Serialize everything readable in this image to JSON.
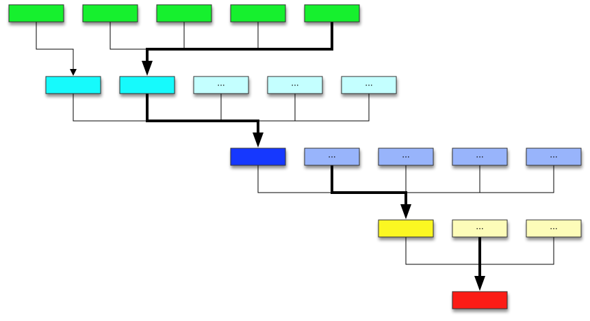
{
  "colors": {
    "green": "#14f02e",
    "cyan": "#12fafc",
    "cyan_light": "#c4ffff",
    "blue": "#1237fe",
    "blue_light": "#98b4fb",
    "yellow": "#fbf721",
    "yellow_light": "#fdfcb9",
    "red": "#fb1a16",
    "line": "#000000"
  },
  "diagram": {
    "rows": [
      {
        "id": "row-1",
        "boxes": [
          {
            "id": "r1b1",
            "color": "green",
            "label": ""
          },
          {
            "id": "r1b2",
            "color": "green",
            "label": ""
          },
          {
            "id": "r1b3",
            "color": "green",
            "label": ""
          },
          {
            "id": "r1b4",
            "color": "green",
            "label": ""
          },
          {
            "id": "r1b5",
            "color": "green",
            "label": ""
          }
        ]
      },
      {
        "id": "row-2",
        "boxes": [
          {
            "id": "r2b1",
            "color": "cyan",
            "label": ""
          },
          {
            "id": "r2b2",
            "color": "cyan",
            "label": ""
          },
          {
            "id": "r2b3",
            "color": "cyan_light",
            "label": "..."
          },
          {
            "id": "r2b4",
            "color": "cyan_light",
            "label": "..."
          },
          {
            "id": "r2b5",
            "color": "cyan_light",
            "label": "..."
          }
        ]
      },
      {
        "id": "row-3",
        "boxes": [
          {
            "id": "r3b1",
            "color": "blue",
            "label": ""
          },
          {
            "id": "r3b2",
            "color": "blue_light",
            "label": "..."
          },
          {
            "id": "r3b3",
            "color": "blue_light",
            "label": "..."
          },
          {
            "id": "r3b4",
            "color": "blue_light",
            "label": "..."
          },
          {
            "id": "r3b5",
            "color": "blue_light",
            "label": "..."
          }
        ]
      },
      {
        "id": "row-4",
        "boxes": [
          {
            "id": "r4b1",
            "color": "yellow",
            "label": ""
          },
          {
            "id": "r4b2",
            "color": "yellow_light",
            "label": "..."
          },
          {
            "id": "r4b3",
            "color": "yellow_light",
            "label": "..."
          }
        ]
      },
      {
        "id": "row-5",
        "boxes": [
          {
            "id": "r5b1",
            "color": "red",
            "label": ""
          }
        ]
      }
    ],
    "connections": [
      {
        "from": "r1b1",
        "to": "r2b1",
        "highlighted": false
      },
      {
        "from": "r1b2",
        "to": "r2b2",
        "highlighted": false
      },
      {
        "from": "r1b3",
        "to": "r2b2",
        "highlighted": false
      },
      {
        "from": "r1b4",
        "to": "r2b2",
        "highlighted": false
      },
      {
        "from": "r1b5",
        "to": "r2b2",
        "highlighted": true
      },
      {
        "from": "r2b1",
        "to": "r3b1",
        "highlighted": false
      },
      {
        "from": "r2b2",
        "to": "r3b1",
        "highlighted": true
      },
      {
        "from": "r2b3",
        "to": "r3b1",
        "highlighted": false
      },
      {
        "from": "r2b4",
        "to": "r3b1",
        "highlighted": false
      },
      {
        "from": "r2b5",
        "to": "r3b1",
        "highlighted": false
      },
      {
        "from": "r3b1",
        "to": "r4b1",
        "highlighted": false
      },
      {
        "from": "r3b2",
        "to": "r4b1",
        "highlighted": true
      },
      {
        "from": "r3b3",
        "to": "r4b1",
        "highlighted": false
      },
      {
        "from": "r3b4",
        "to": "r4b1",
        "highlighted": false
      },
      {
        "from": "r3b5",
        "to": "r4b1",
        "highlighted": false
      },
      {
        "from": "r4b1",
        "to": "r5b1",
        "highlighted": false
      },
      {
        "from": "r4b2",
        "to": "r5b1",
        "highlighted": true
      },
      {
        "from": "r4b3",
        "to": "r5b1",
        "highlighted": false
      }
    ]
  }
}
